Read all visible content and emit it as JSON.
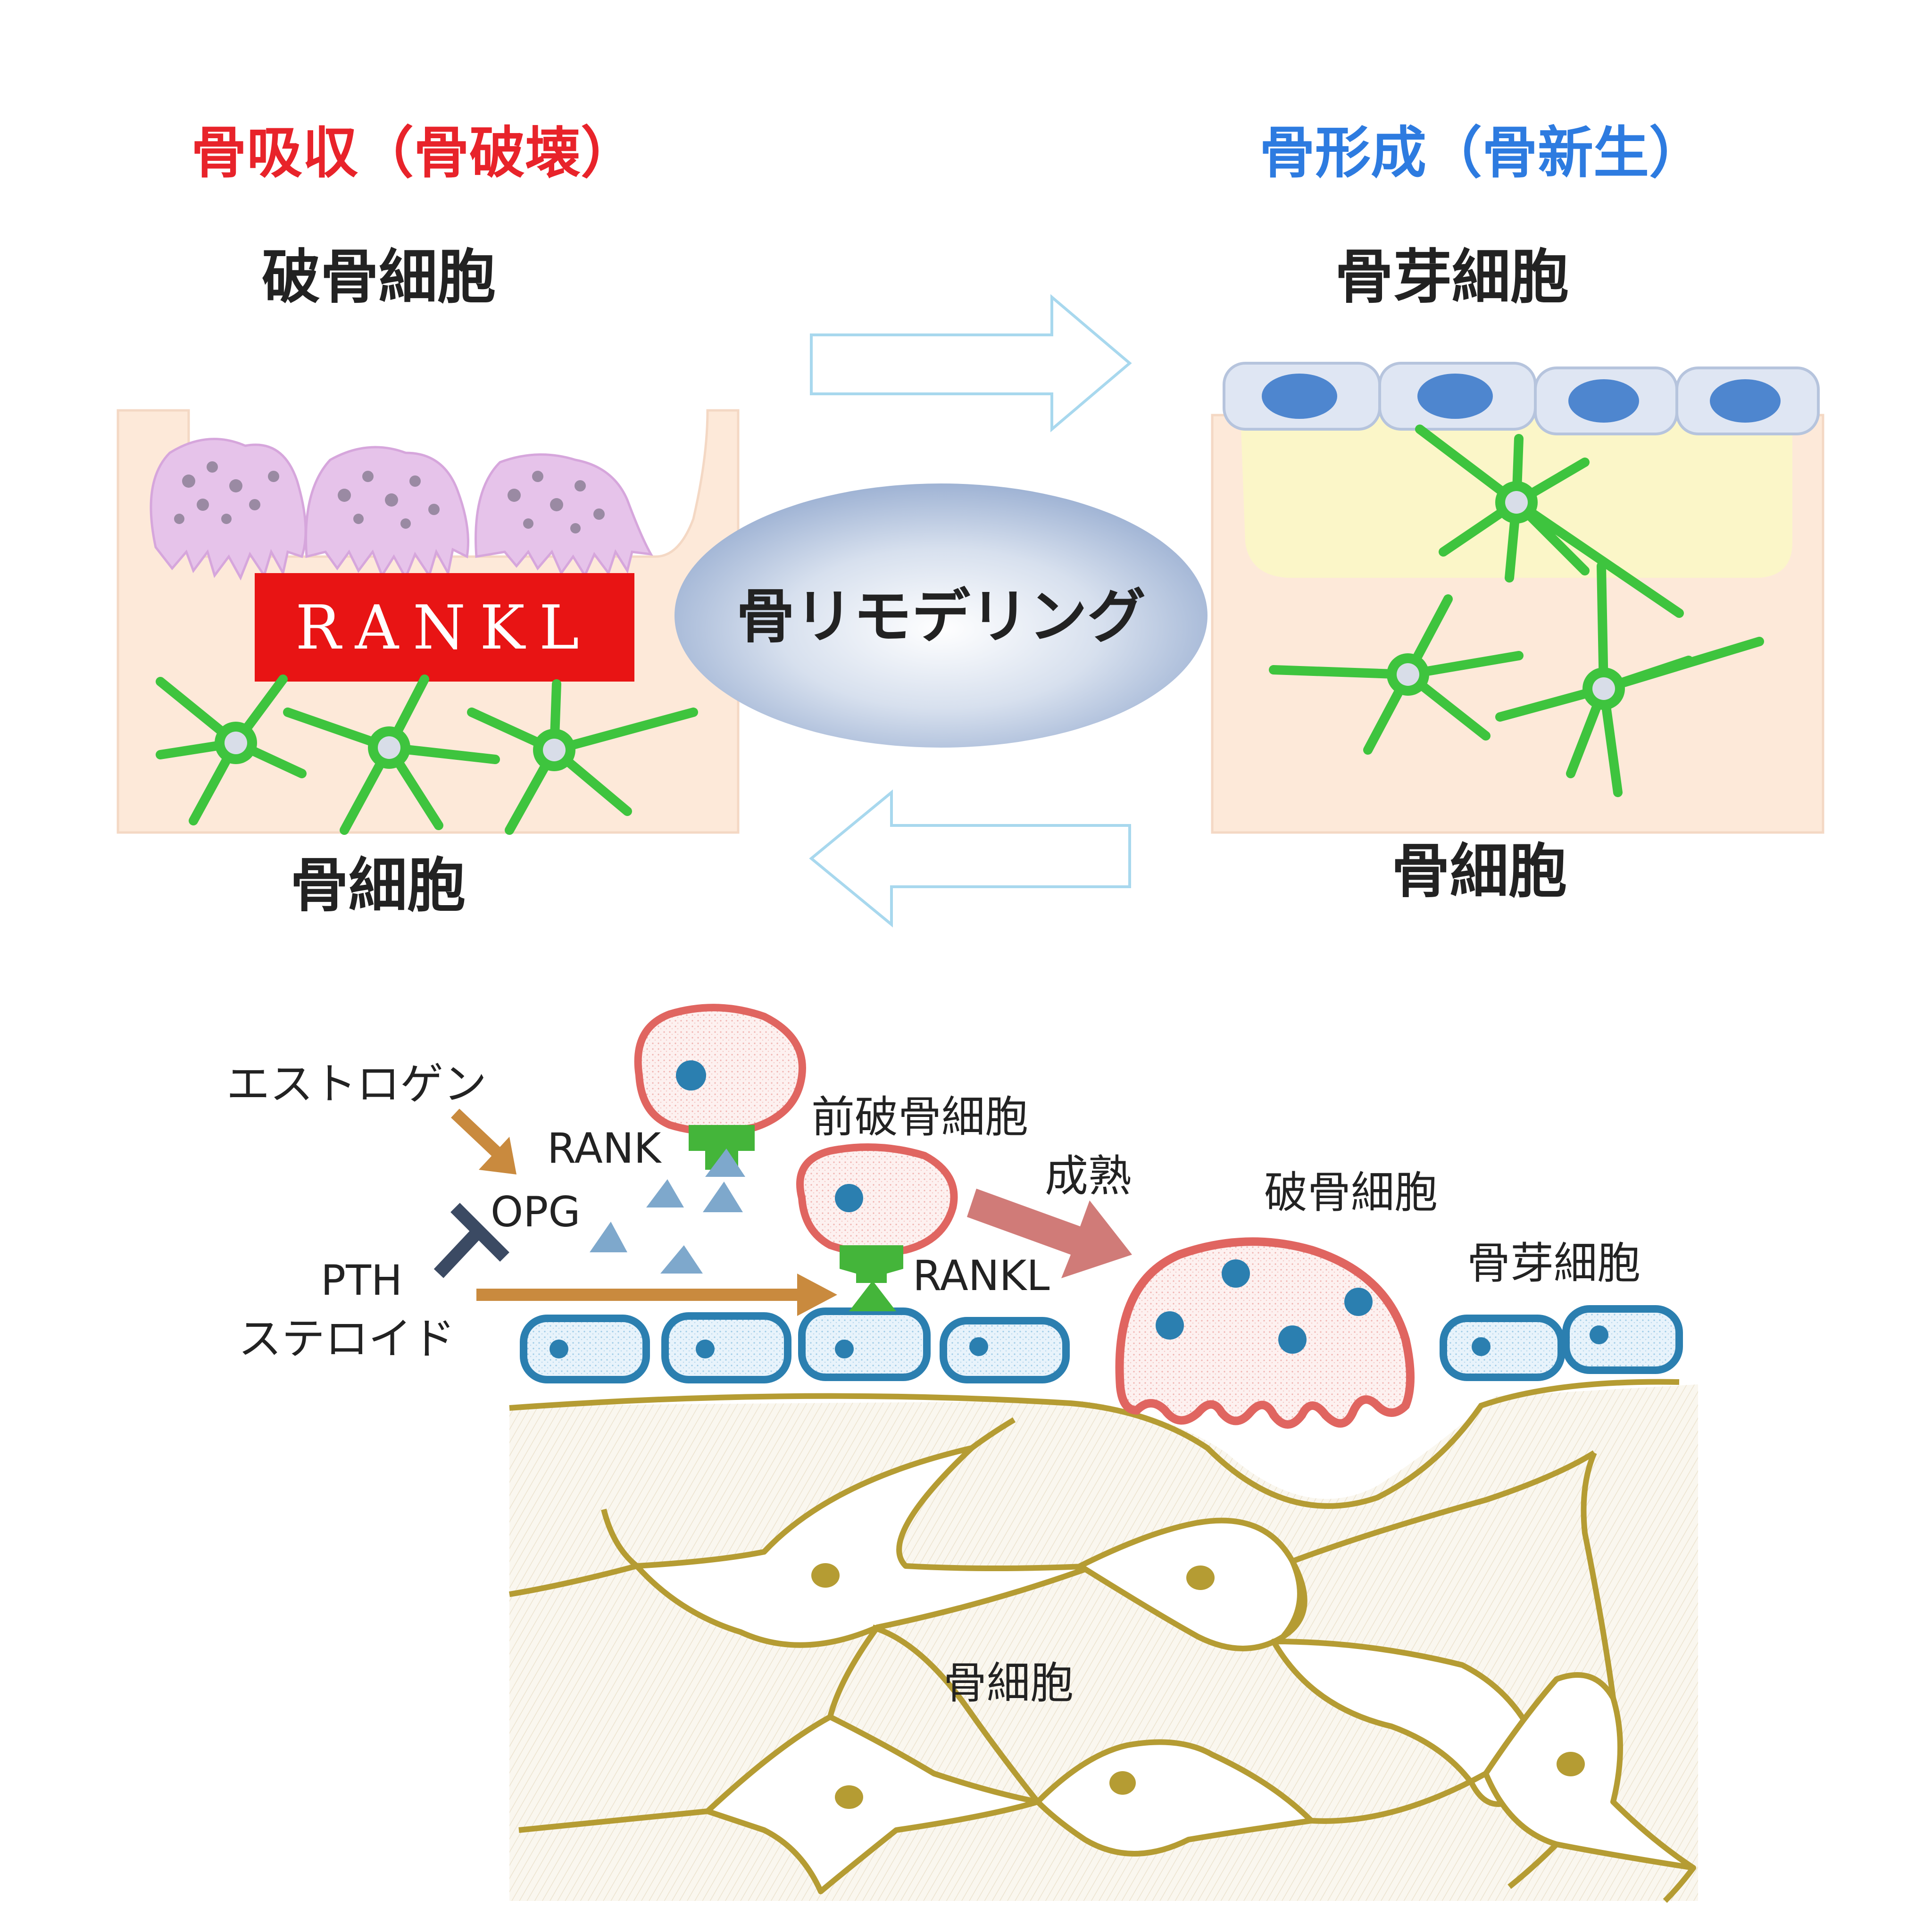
{
  "top": {
    "resorption_title": "骨吸収（骨破壊）",
    "formation_title": "骨形成（骨新生）",
    "osteoclast_label": "破骨細胞",
    "osteoblast_label": "骨芽細胞",
    "rankl_box": "RANKL",
    "remodeling_label": "骨リモデリング",
    "osteocyte_left": "骨細胞",
    "osteocyte_right": "骨細胞"
  },
  "bottom": {
    "estrogen": "エストロゲン",
    "rank": "RANK",
    "opg": "OPG",
    "pth": "PTH",
    "steroid": "ステロイド",
    "preosteoclast": "前破骨細胞",
    "maturation": "成熟",
    "rankl": "RANKL",
    "osteoclast": "破骨細胞",
    "osteoblast": "骨芽細胞",
    "osteocyte": "骨細胞"
  },
  "colors": {
    "resorption_red": "#e8232a",
    "formation_blue": "#2d7be0",
    "rankl_fill": "#e81414",
    "osteoclast_pink": "#e6c3ea",
    "osteocyte_green": "#3ec43e",
    "bone_beige": "#fde9d9",
    "osteoid_yellow": "#fbf6c8",
    "osteoblast_cell": "#dfe6f3",
    "osteoblast_nucleus": "#4e86cf",
    "bottom_osteoclast_outline": "#e06560",
    "bottom_blue": "#2b7fb0",
    "bone_line": "#b59c33",
    "arrow_orange": "#c98a3e",
    "opg_dark": "#3b4a63",
    "maturation_arrow": "#d07b78",
    "rank_green": "#44b53a",
    "ligand_blue": "#7ea8cc"
  }
}
